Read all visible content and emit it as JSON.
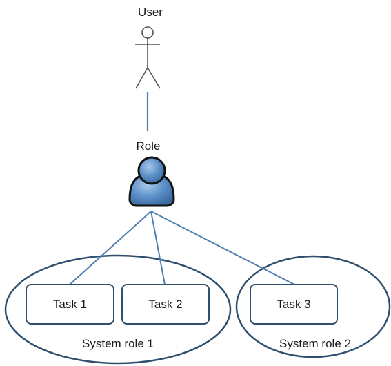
{
  "user": {
    "label": "User",
    "icon": "stick-figure-icon"
  },
  "role": {
    "label": "Role",
    "icon": "person-silhouette-icon"
  },
  "tasks": [
    {
      "label": "Task 1"
    },
    {
      "label": "Task 2"
    },
    {
      "label": "Task 3"
    }
  ],
  "system_roles": [
    {
      "label": "System role 1"
    },
    {
      "label": "System role 2"
    }
  ],
  "colors": {
    "connector": "#4f7fb0",
    "outline": "#2f4f6f",
    "role_fill": "#5b8fc7",
    "figure": "#555555"
  }
}
